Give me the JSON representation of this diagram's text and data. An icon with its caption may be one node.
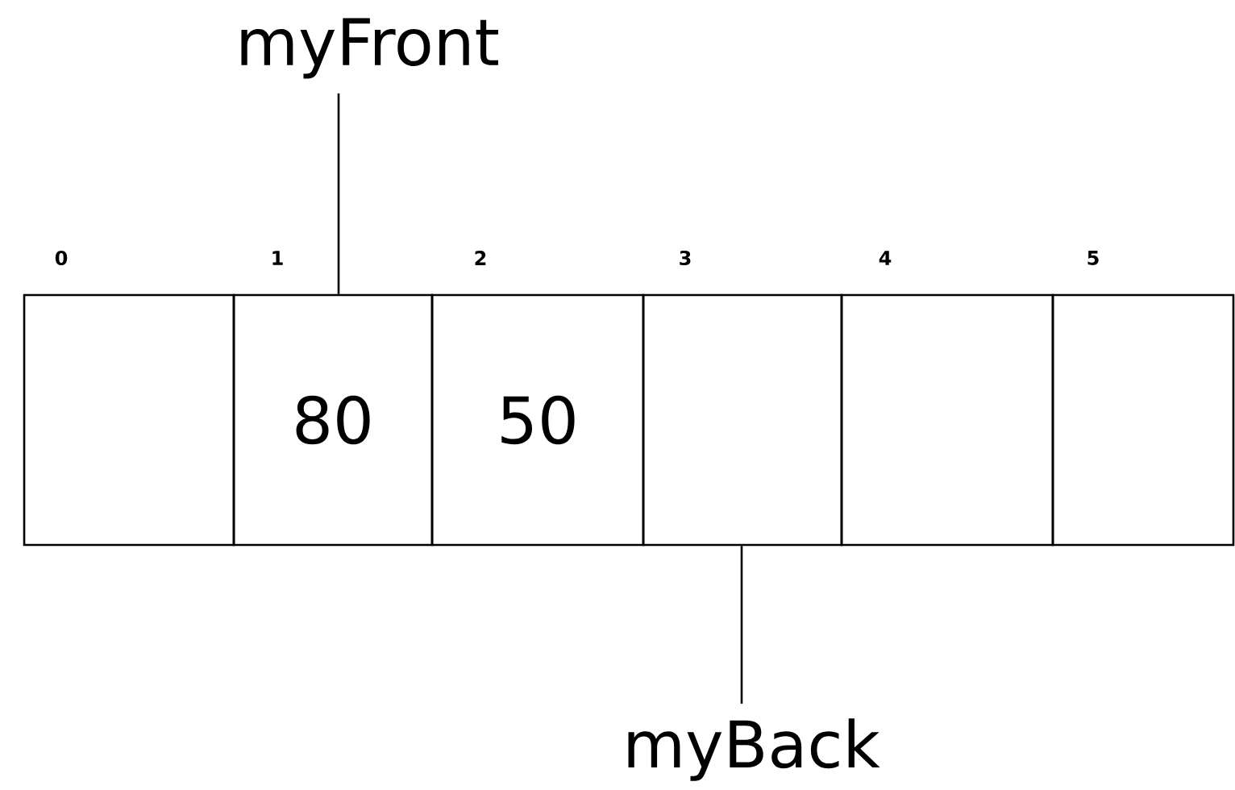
{
  "diagram": {
    "nodes": [
      {
        "text": [],
        "shape": "box",
        "beside": [
          "0"
        ]
      },
      {
        "text": [
          "80"
        ],
        "beside": [
          "1"
        ]
      },
      {
        "text": [
          "50"
        ],
        "beside": [
          "2"
        ]
      },
      {
        "text": [],
        "shape": "box",
        "beside": [
          "3"
        ]
      },
      {
        "text": [],
        "shape": "box",
        "beside": [
          "4"
        ]
      },
      {
        "text": [],
        "shape": "box",
        "beside": [
          "5"
        ]
      },
      {
        "text": [
          "myFront"
        ]
      },
      {
        "text": [
          "myBack"
        ]
      }
    ],
    "edges": [
      {
        "from": 6,
        "to": 1,
        "arrow": "none"
      },
      {
        "from": 7,
        "to": 3,
        "arrow": "none"
      }
    ]
  }
}
